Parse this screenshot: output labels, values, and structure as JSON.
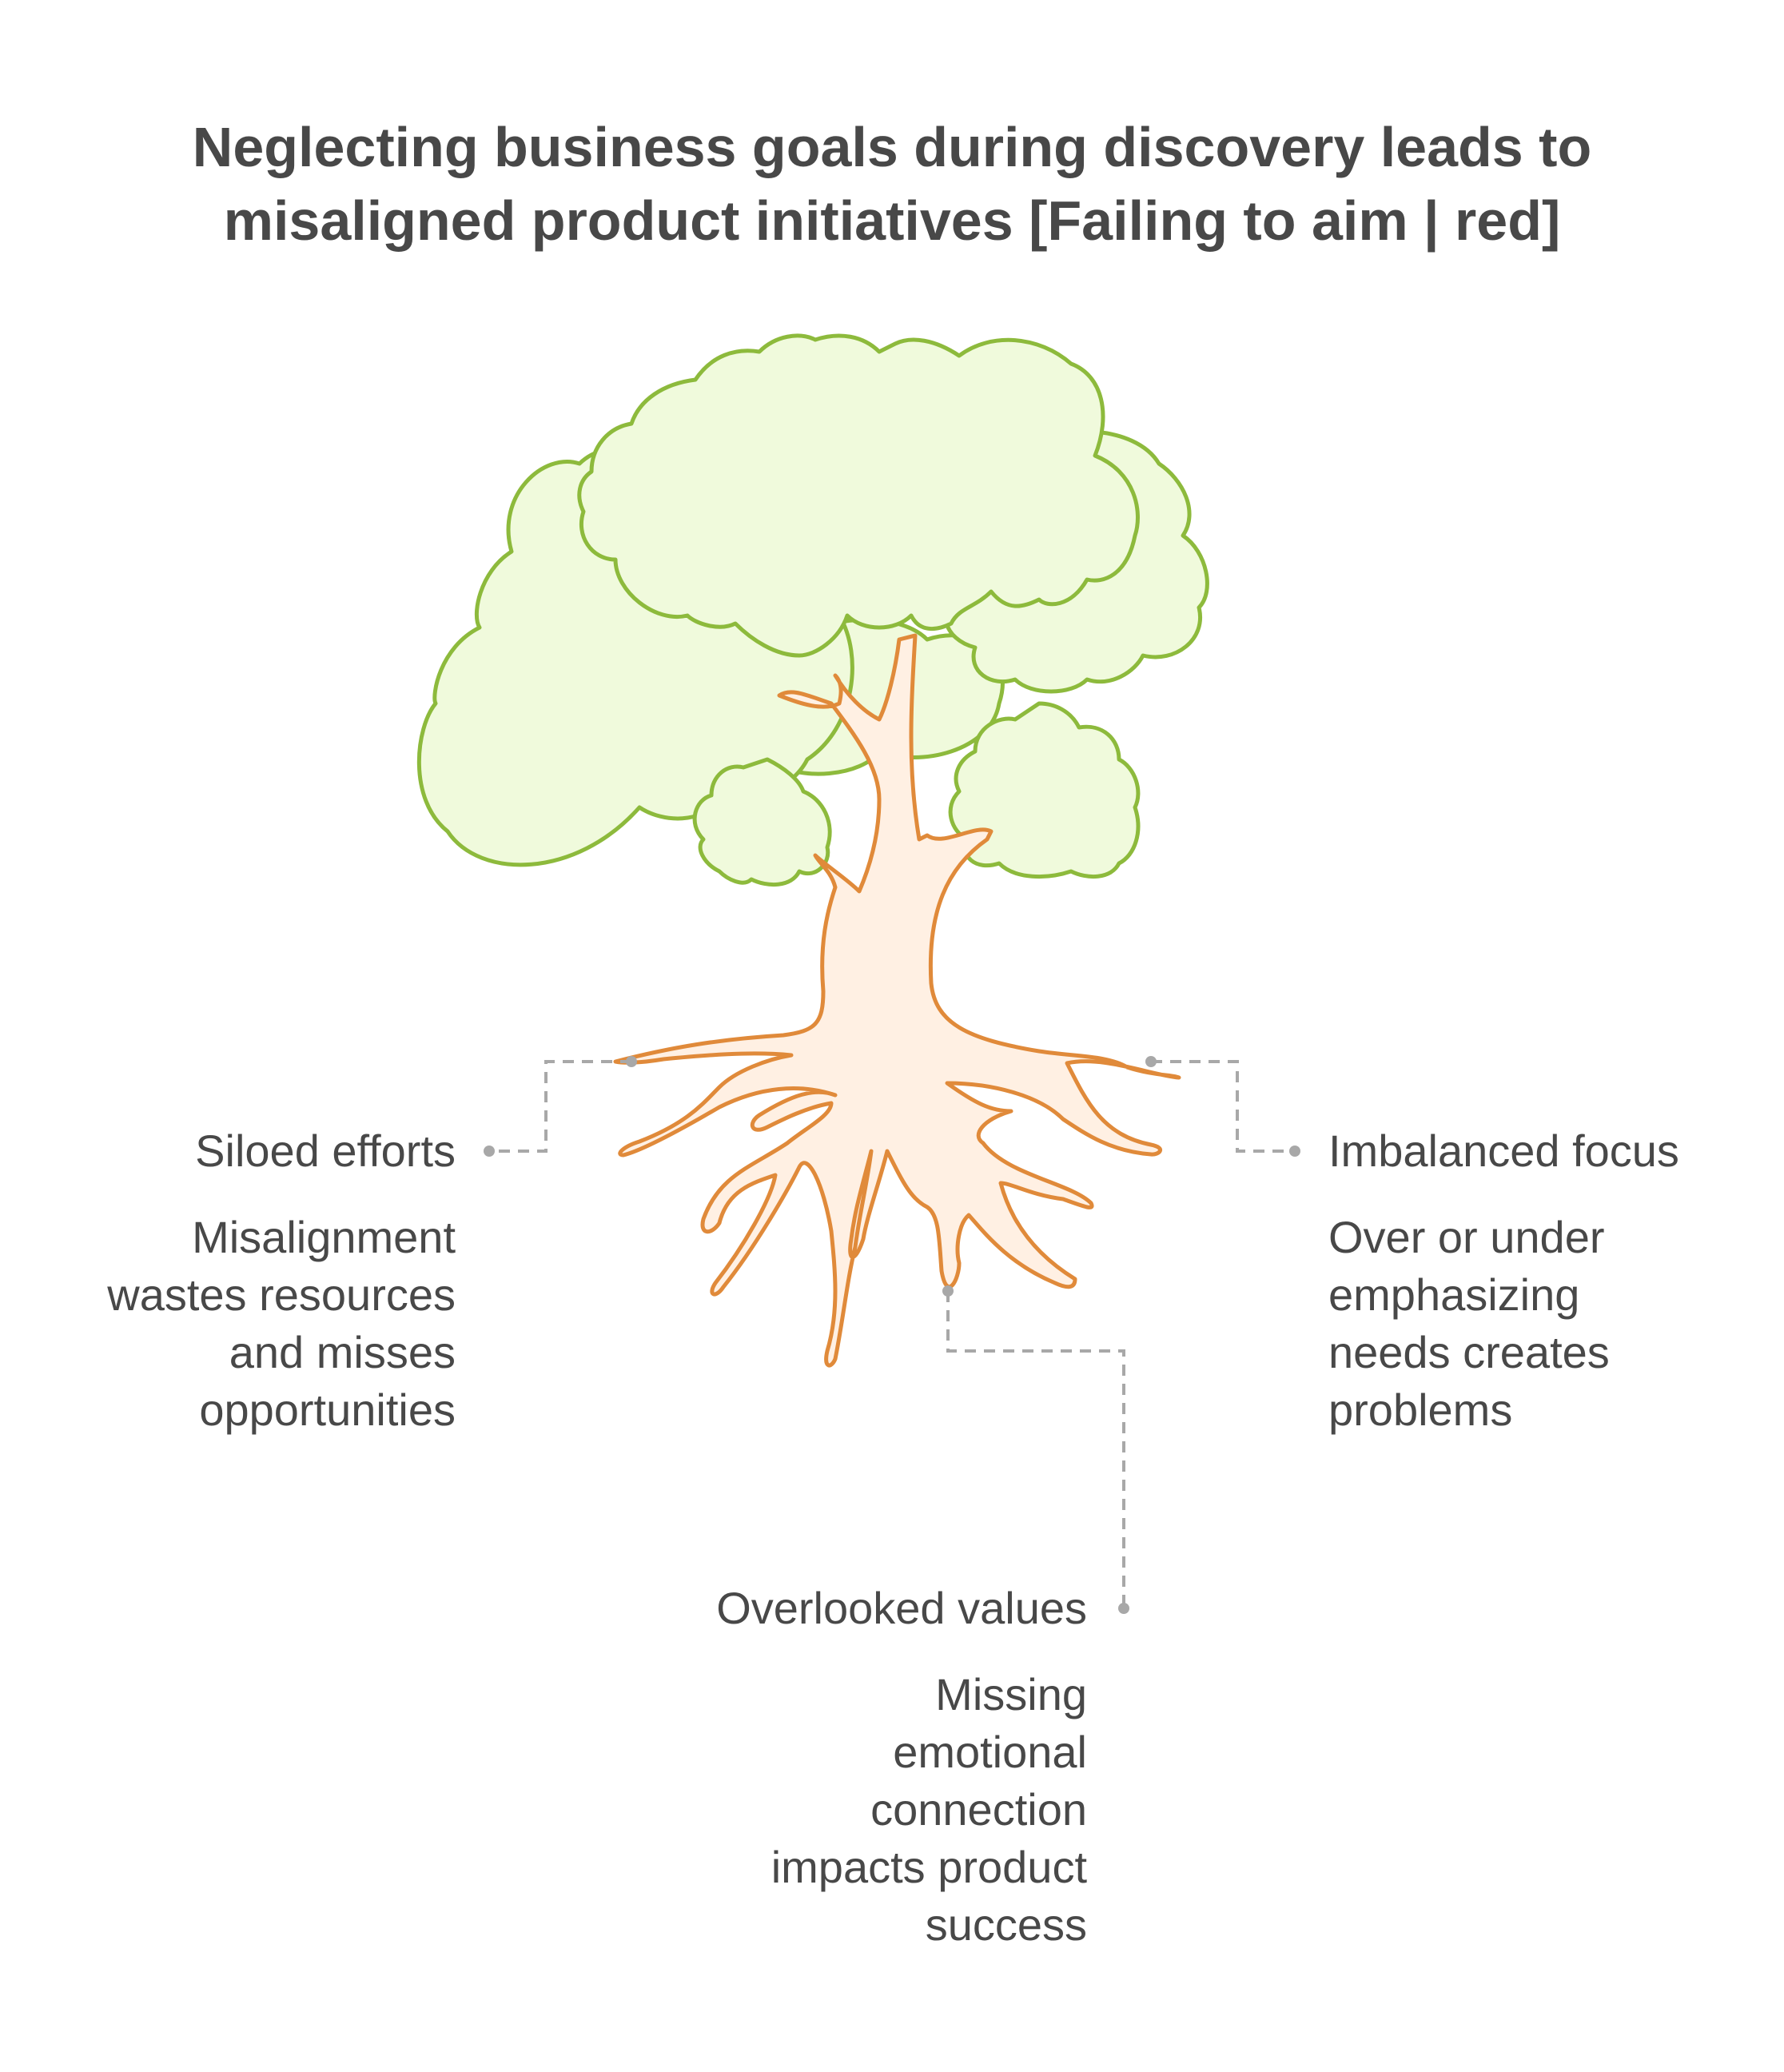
{
  "title": {
    "line1": "Neglecting business goals during discovery leads to",
    "line2": "misaligned product initiatives [Failing to aim | red]"
  },
  "items": [
    {
      "label": "Siloed efforts",
      "description": [
        "Misalignment",
        "wastes resources",
        "and misses",
        "opportunities"
      ]
    },
    {
      "label": "Imbalanced focus",
      "description": [
        "Over or under",
        "emphasizing",
        "needs creates",
        "problems"
      ]
    },
    {
      "label": "Overlooked values",
      "description": [
        "Missing",
        "emotional",
        "connection",
        "impacts product",
        "success"
      ]
    }
  ],
  "colors": {
    "foliage_fill": "#F0FADC",
    "foliage_stroke": "#8DBA3C",
    "trunk_fill": "#FFF0E3",
    "trunk_stroke": "#E08A3A",
    "connector": "#A8A8A8",
    "text": "#484848"
  }
}
